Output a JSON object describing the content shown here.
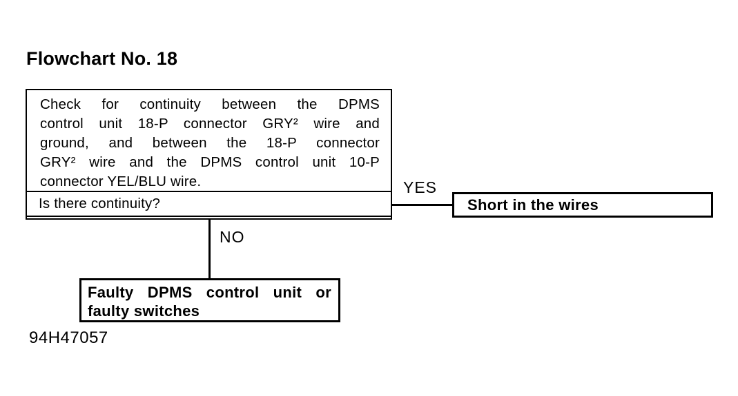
{
  "title": "Flowchart No. 18",
  "footer_code": "94H47057",
  "colors": {
    "ink": "#000000",
    "paper": "#ffffff"
  },
  "flowchart": {
    "check_box": {
      "lines": [
        "Check for continuity between the DPMS",
        "control unit 18-P connector GRY² wire and",
        "ground, and between the 18-P connector",
        "GRY² wire and the DPMS control unit 10-P",
        "connector YEL/BLU wire."
      ],
      "question": "Is there continuity?"
    },
    "yes_branch": {
      "label": "YES",
      "result": "Short in the wires"
    },
    "no_branch": {
      "label": "NO",
      "result_lines": [
        "Faulty DPMS control unit or",
        "faulty switches"
      ]
    }
  }
}
